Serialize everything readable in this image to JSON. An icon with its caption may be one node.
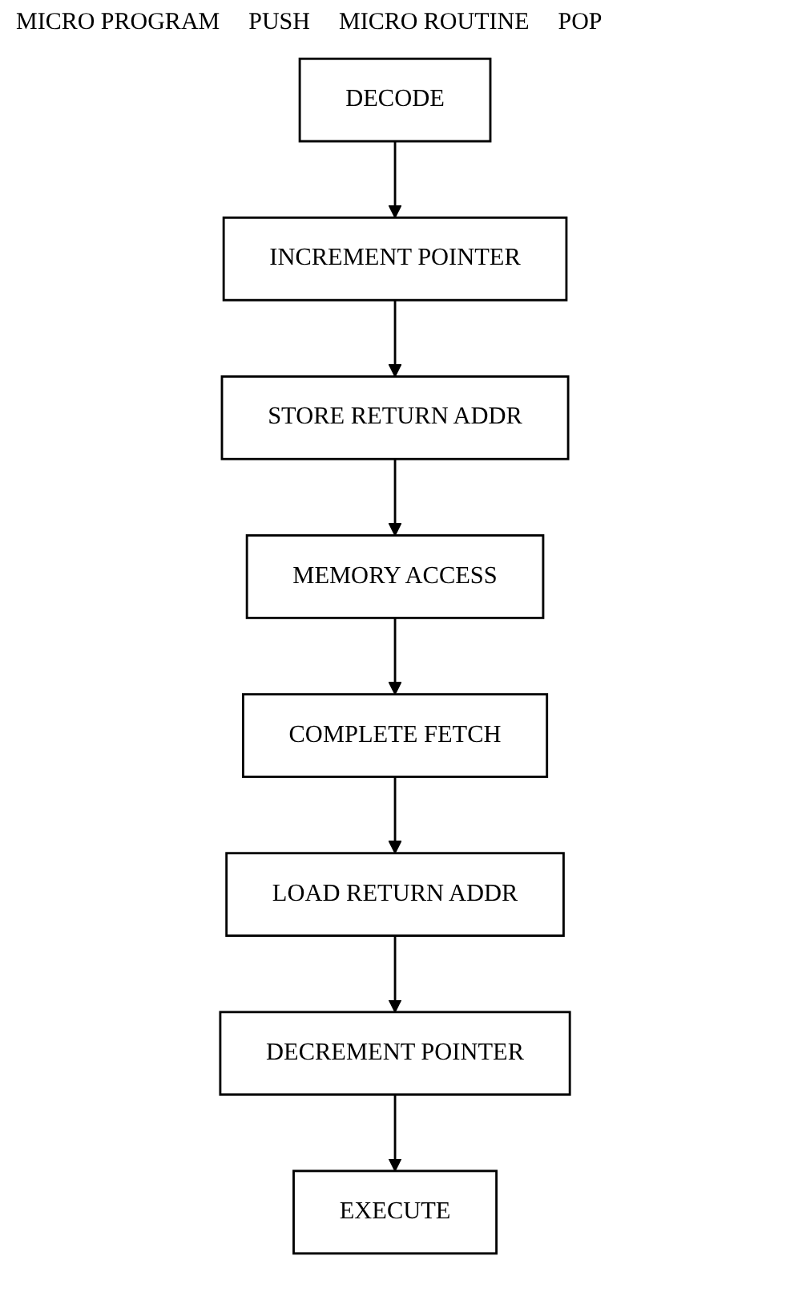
{
  "diagram": {
    "nodes": [
      {
        "text": [
          "DECODE"
        ]
      },
      {
        "text": [
          "INCREMENT POINTER"
        ]
      },
      {
        "text": [
          "STORE RETURN ADDR"
        ]
      },
      {
        "text": [
          "MEMORY ACCESS"
        ]
      },
      {
        "text": [
          "COMPLETE FETCH"
        ]
      },
      {
        "text": [
          "LOAD RETURN ADDR"
        ]
      },
      {
        "text": [
          "DECREMENT POINTER"
        ]
      },
      {
        "text": [
          "EXECUTE"
        ]
      }
    ],
    "edges": [
      {
        "from": 0,
        "to": 1,
        "arrow": "to"
      },
      {
        "from": 1,
        "to": 2,
        "arrow": "to"
      },
      {
        "from": 2,
        "to": 3,
        "arrow": "to"
      },
      {
        "from": 3,
        "to": 4,
        "arrow": "to"
      },
      {
        "from": 4,
        "to": 5,
        "arrow": "to"
      },
      {
        "from": 5,
        "to": 6,
        "arrow": "to"
      },
      {
        "from": 6,
        "to": 7,
        "arrow": "to"
      }
    ],
    "labels": [
      "MICRO PROGRAM",
      "PUSH",
      "MICRO ROUTINE",
      "POP"
    ]
  }
}
